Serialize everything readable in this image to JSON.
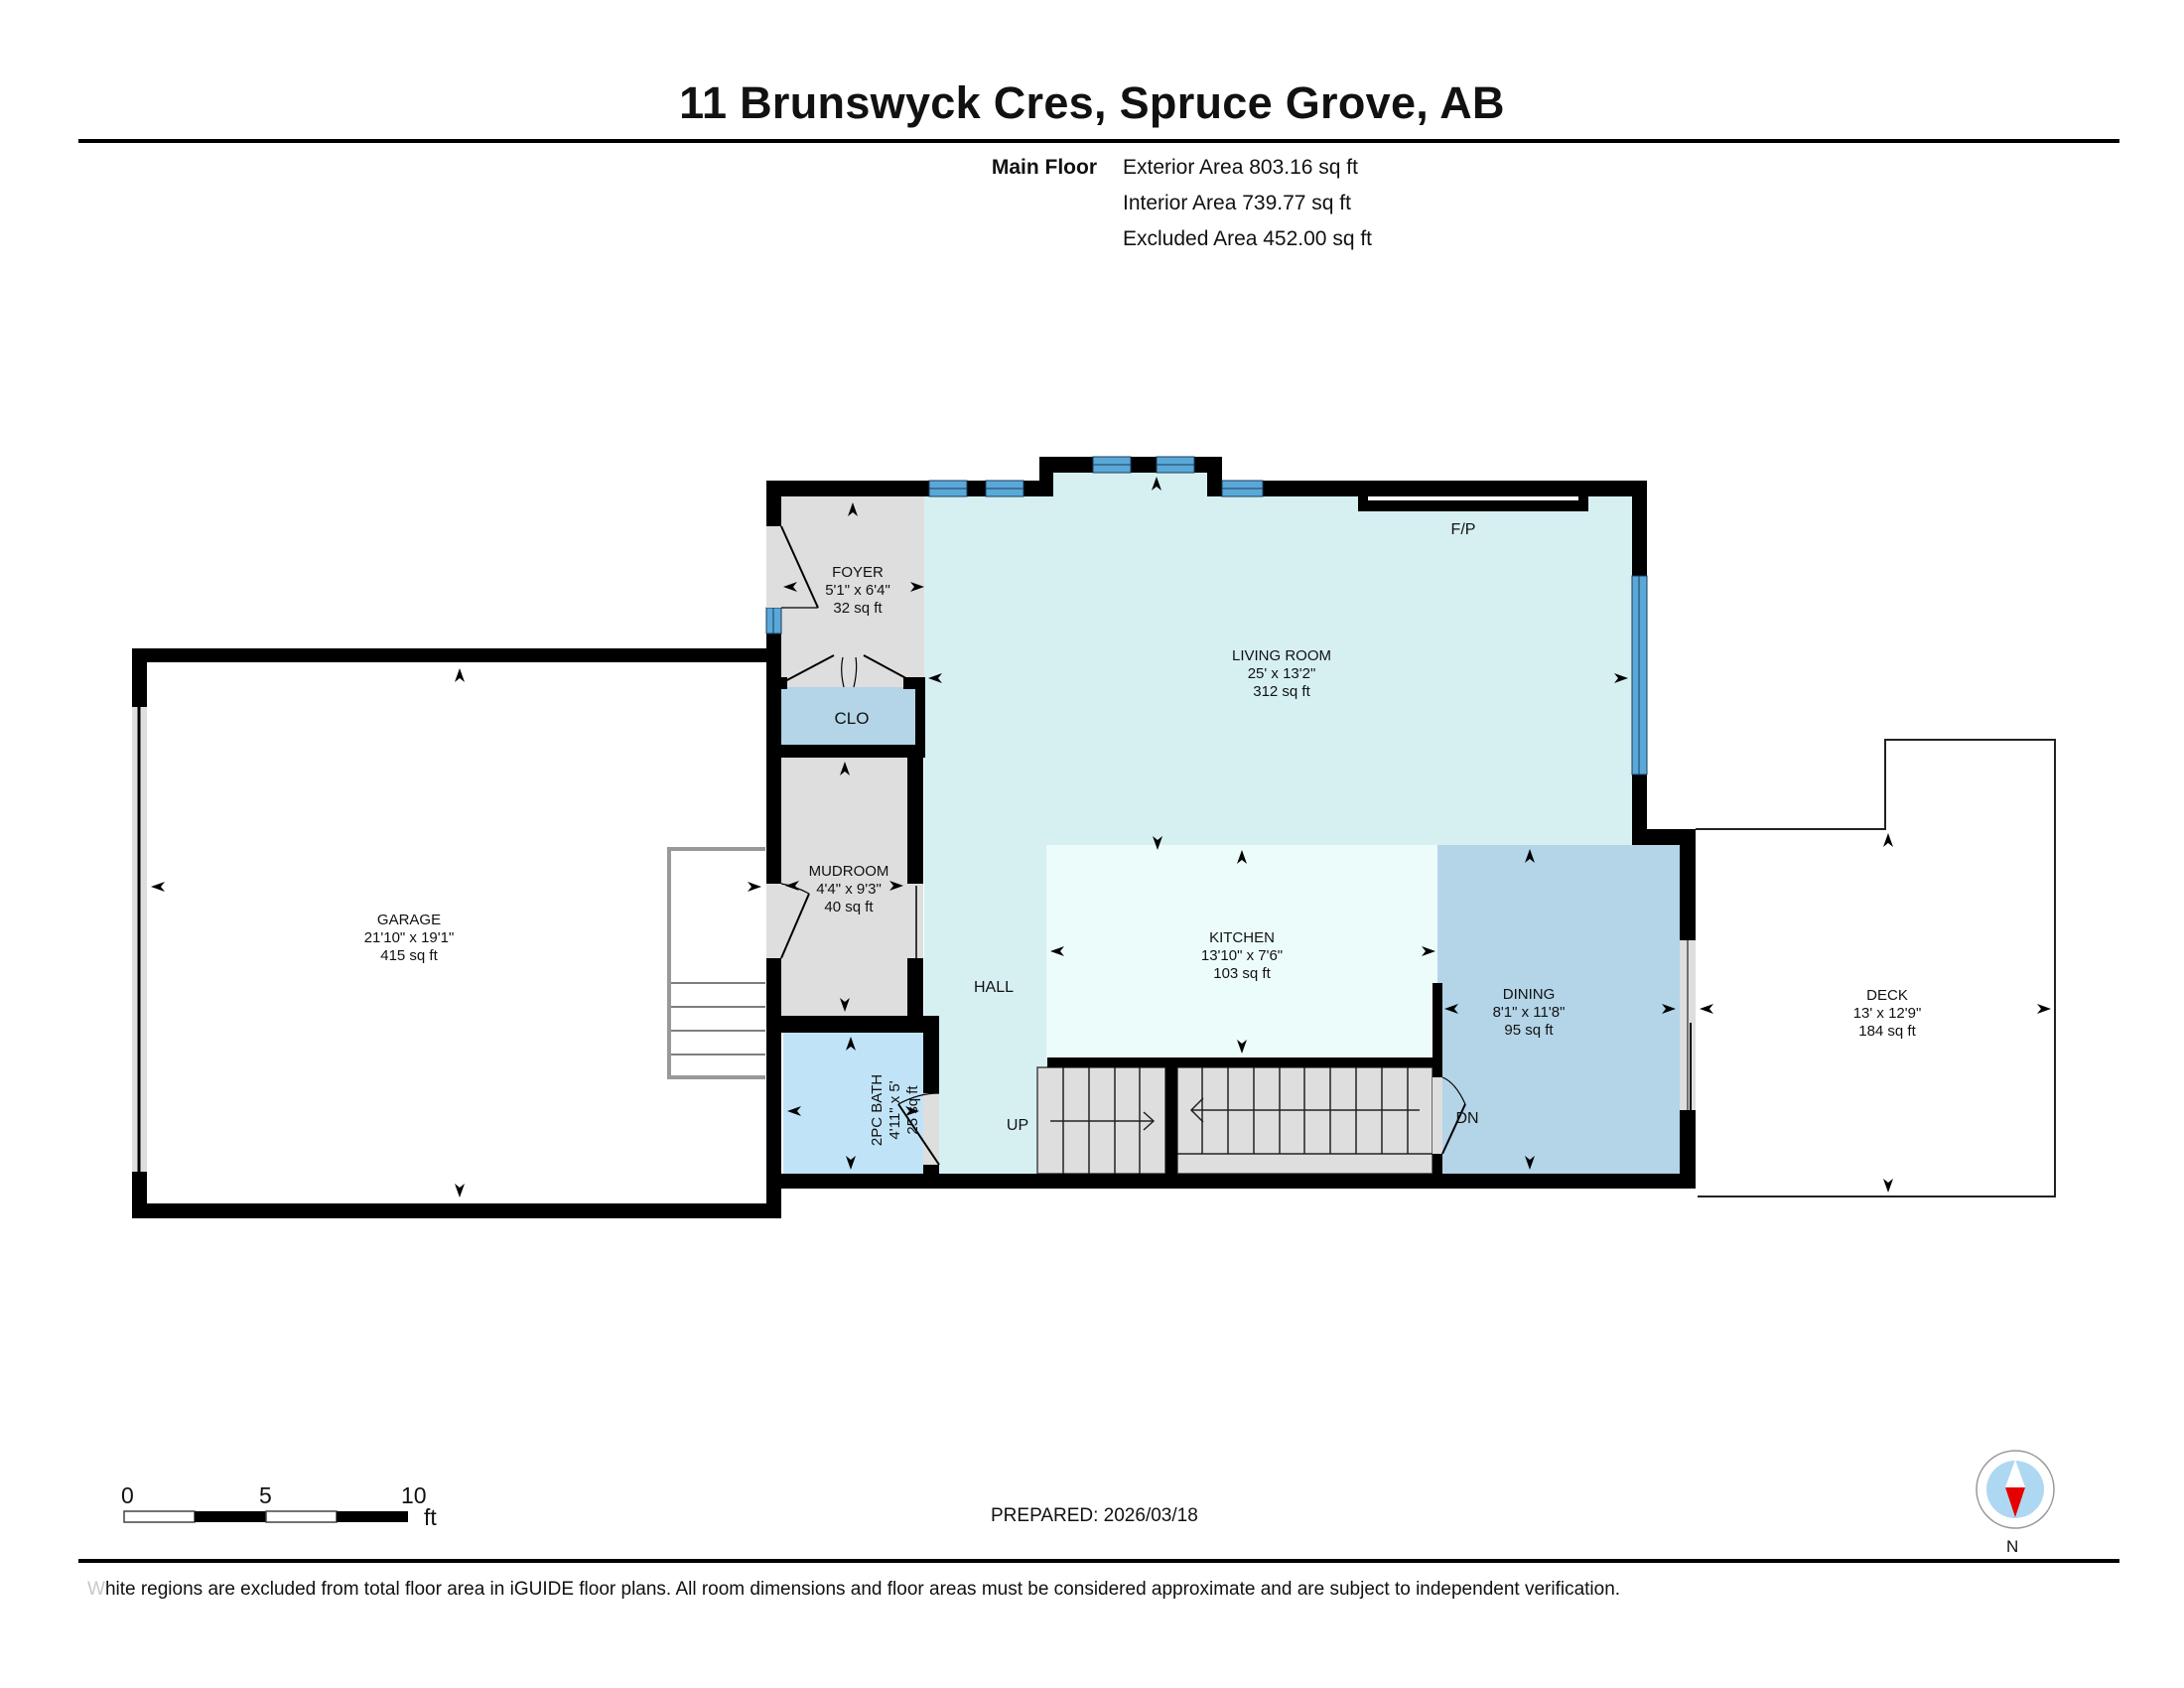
{
  "header": {
    "title": "11 Brunswyck Cres, Spruce Grove, AB",
    "floor_name": "Main Floor",
    "areas": [
      {
        "label": "Exterior Area",
        "value": "803.16 sq ft",
        "text": "Exterior Area 803.16 sq ft"
      },
      {
        "label": "Interior Area",
        "value": "739.77 sq ft",
        "text": "Interior Area 739.77 sq ft"
      },
      {
        "label": "Excluded Area",
        "value": "452.00 sq ft",
        "text": "Excluded Area 452.00 sq ft"
      }
    ]
  },
  "colors": {
    "wall": "#000000",
    "living": "#d6f0f2",
    "kitchen": "#ecfcfb",
    "dining": "#b4d4e7",
    "bath": "#c0e3f8",
    "closet": "#b4d4e7",
    "utility_gray": "#dedede",
    "window": "#5aa8d8",
    "excluded": "#ffffff",
    "compass_face": "#aed8f2",
    "compass_needle": "#e60000"
  },
  "rooms": {
    "foyer": {
      "name": "FOYER",
      "dims": "5'1\" x 6'4\"",
      "area": "32 sq ft"
    },
    "closet": {
      "name": "CLO"
    },
    "living": {
      "name": "LIVING ROOM",
      "dims": "25' x 13'2\"",
      "area": "312 sq ft"
    },
    "fireplace": {
      "name": "F/P"
    },
    "garage": {
      "name": "GARAGE",
      "dims": "21'10\" x 19'1\"",
      "area": "415 sq ft"
    },
    "mudroom": {
      "name": "MUDROOM",
      "dims": "4'4\" x 9'3\"",
      "area": "40 sq ft"
    },
    "kitchen": {
      "name": "KITCHEN",
      "dims": "13'10\" x 7'6\"",
      "area": "103 sq ft"
    },
    "hall": {
      "name": "HALL"
    },
    "dining": {
      "name": "DINING",
      "dims": "8'1\" x 11'8\"",
      "area": "95 sq ft"
    },
    "deck": {
      "name": "DECK",
      "dims": "13' x 12'9\"",
      "area": "184 sq ft"
    },
    "bath": {
      "name": "2PC BATH",
      "dims": "4'11\" x 5'",
      "area": "25 sq ft"
    }
  },
  "stairs": {
    "up_label": "UP",
    "down_label": "DN"
  },
  "scale_bar": {
    "ticks": [
      "0",
      "5",
      "10"
    ],
    "unit": "ft"
  },
  "footer": {
    "prepared": "PREPARED: 2026/03/18",
    "disclaimer_first_letter": "W",
    "disclaimer_rest": "hite regions are excluded from total floor area in iGUIDE floor plans. All room dimensions and floor areas must be considered approximate and are subject to independent verification.",
    "compass_label": "N"
  }
}
